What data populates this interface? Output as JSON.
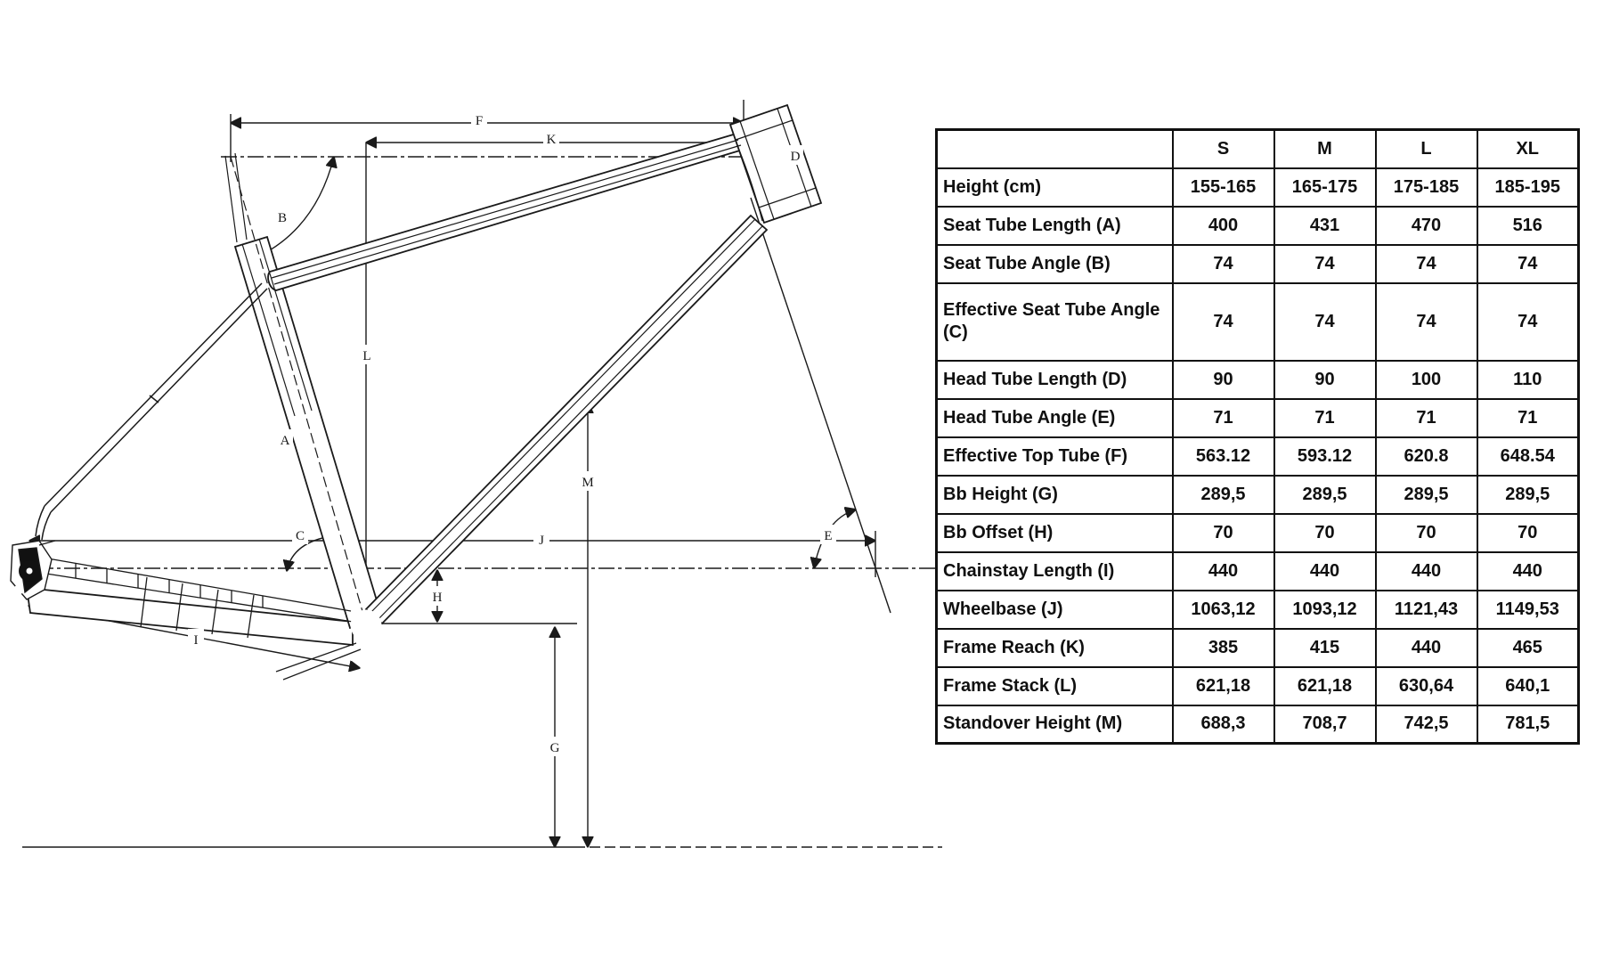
{
  "table": {
    "corner": "",
    "size_headers": [
      "S",
      "M",
      "L",
      "XL"
    ],
    "rows": [
      {
        "label": "Height (cm)",
        "values": [
          "155-165",
          "165-175",
          "175-185",
          "185-195"
        ]
      },
      {
        "label": "Seat Tube Length (A)",
        "values": [
          "400",
          "431",
          "470",
          "516"
        ]
      },
      {
        "label": "Seat Tube Angle (B)",
        "values": [
          "74",
          "74",
          "74",
          "74"
        ]
      },
      {
        "label": "Effective Seat Tube Angle (C)",
        "values": [
          "74",
          "74",
          "74",
          "74"
        ],
        "tall": true
      },
      {
        "label": "Head Tube Length (D)",
        "values": [
          "90",
          "90",
          "100",
          "110"
        ]
      },
      {
        "label": "Head Tube Angle (E)",
        "values": [
          "71",
          "71",
          "71",
          "71"
        ]
      },
      {
        "label": "Effective Top Tube (F)",
        "values": [
          "563.12",
          "593.12",
          "620.8",
          "648.54"
        ]
      },
      {
        "label": "Bb Height (G)",
        "values": [
          "289,5",
          "289,5",
          "289,5",
          "289,5"
        ]
      },
      {
        "label": "Bb Offset (H)",
        "values": [
          "70",
          "70",
          "70",
          "70"
        ]
      },
      {
        "label": "Chainstay Length (I)",
        "values": [
          "440",
          "440",
          "440",
          "440"
        ]
      },
      {
        "label": "Wheelbase (J)",
        "values": [
          "1063,12",
          "1093,12",
          "1121,43",
          "1149,53"
        ]
      },
      {
        "label": "Frame Reach (K)",
        "values": [
          "385",
          "415",
          "440",
          "465"
        ]
      },
      {
        "label": "Frame Stack (L)",
        "values": [
          "621,18",
          "621,18",
          "630,64",
          "640,1"
        ]
      },
      {
        "label": "Standover Height (M)",
        "values": [
          "688,3",
          "708,7",
          "742,5",
          "781,5"
        ]
      }
    ]
  },
  "diagram": {
    "labels": {
      "A": "A",
      "B": "B",
      "C": "C",
      "D": "D",
      "E": "E",
      "F": "F",
      "G": "G",
      "H": "H",
      "I": "I",
      "J": "J",
      "K": "K",
      "L": "L",
      "M": "M"
    },
    "line_color": "#1a1a1a"
  }
}
